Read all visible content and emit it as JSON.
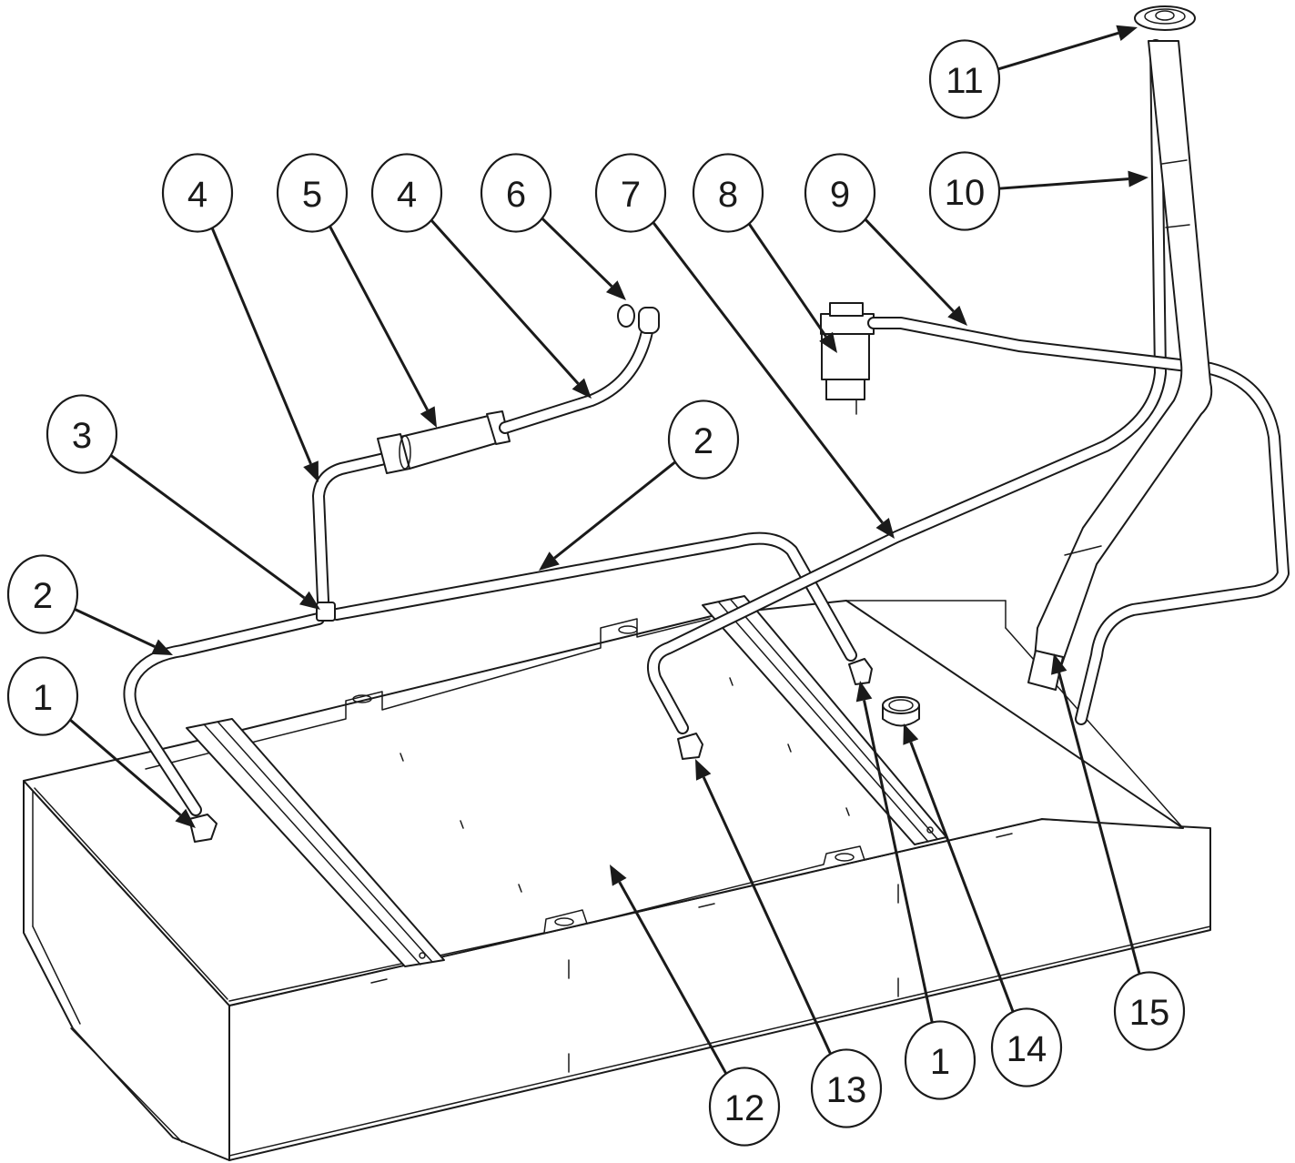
{
  "diagram": {
    "title": "Fuel tank assembly",
    "colors": {
      "line": "#1a1a1a",
      "background": "#ffffff"
    },
    "callouts": [
      {
        "id": "c1a",
        "label": "1",
        "part": "fitting-left"
      },
      {
        "id": "c2a",
        "label": "2",
        "part": "fuel-line-left"
      },
      {
        "id": "c3",
        "label": "3",
        "part": "tee-connector"
      },
      {
        "id": "c4a",
        "label": "4",
        "part": "hose-left-of-filter"
      },
      {
        "id": "c5",
        "label": "5",
        "part": "inline-filter"
      },
      {
        "id": "c4b",
        "label": "4",
        "part": "hose-right-of-filter"
      },
      {
        "id": "c6",
        "label": "6",
        "part": "hose-clip"
      },
      {
        "id": "c7",
        "label": "7",
        "part": "return-line"
      },
      {
        "id": "c8",
        "label": "8",
        "part": "water-separator"
      },
      {
        "id": "c9",
        "label": "9",
        "part": "vent-line"
      },
      {
        "id": "c10",
        "label": "10",
        "part": "filler-neck-hose"
      },
      {
        "id": "c11",
        "label": "11",
        "part": "filler-cap"
      },
      {
        "id": "c2b",
        "label": "2",
        "part": "fuel-line-top"
      },
      {
        "id": "c12",
        "label": "12",
        "part": "fuel-tank"
      },
      {
        "id": "c13",
        "label": "13",
        "part": "fitting-elbow"
      },
      {
        "id": "c1b",
        "label": "1",
        "part": "fitting-right"
      },
      {
        "id": "c14",
        "label": "14",
        "part": "sender-port"
      },
      {
        "id": "c15",
        "label": "15",
        "part": "filler-inlet"
      }
    ]
  }
}
